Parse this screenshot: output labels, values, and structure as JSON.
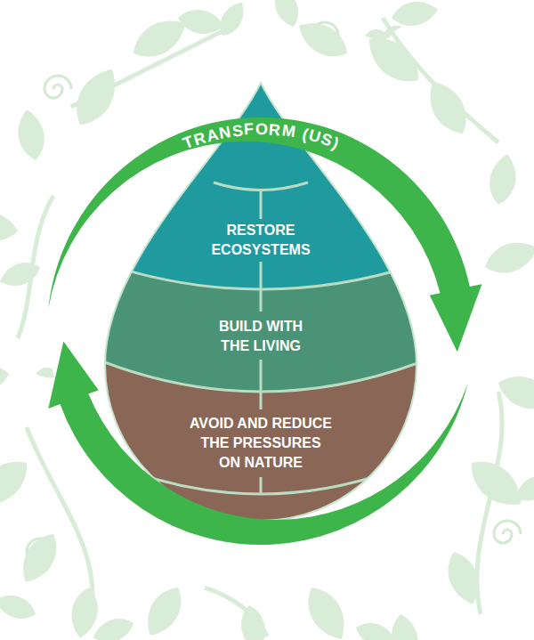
{
  "diagram": {
    "nodes": [
      {
        "text": [
          "RESTORE ECOSYSTEMS"
        ]
      },
      {
        "text": [
          "BUILD WITH THE LIVING"
        ]
      },
      {
        "text": [
          "AVOID AND REDUCE THE PRESSURES ON NATURE"
        ]
      }
    ],
    "labels": [
      "TRANSFORM (US)"
    ]
  }
}
